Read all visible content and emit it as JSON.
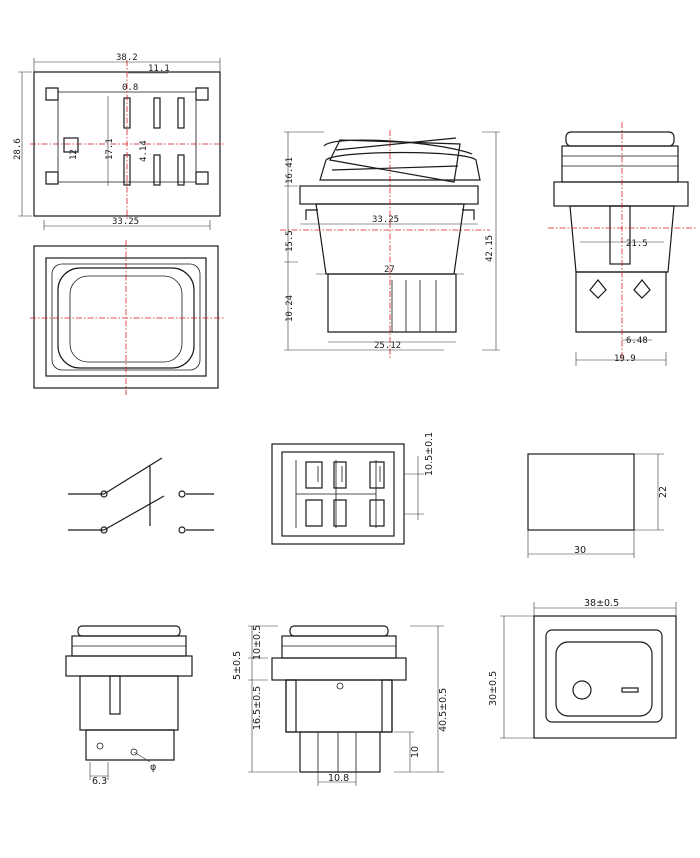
{
  "drawing": {
    "top_view": {
      "width": "38.2",
      "center_offset": "11.1",
      "terminal_gap": "0.8",
      "height": "28.6",
      "inner_height": "17.1",
      "pin_pitch_left": "12",
      "pin_pitch_right": "4.14",
      "inner_width": "33.25"
    },
    "side_view": {
      "rocker_height": "16.41",
      "body_height": "15.5",
      "terminal_height": "10.24",
      "total_height": "42.15",
      "flange_width": "33.25",
      "body_width": "27",
      "terminal_width": "25.12"
    },
    "end_view": {
      "center_width": "21.5",
      "terminal_spacing": "6.48",
      "base_width": "19.9"
    },
    "bottom_view": {
      "pitch": "10.5±0.1"
    },
    "cutout": {
      "width": "30",
      "height": "22"
    },
    "front_view": {
      "hole_label": "φ",
      "terminal_width": "6.3"
    },
    "profile_view": {
      "rocker_dim": "10±0.5",
      "flange_dim": "5±0.5",
      "body_dim": "16.5±0.5",
      "total_dim": "40.5±0.5",
      "terminal_len": "10",
      "terminal_width": "10.8"
    },
    "face_view": {
      "width": "38±0.5",
      "height": "30±0.5"
    }
  }
}
